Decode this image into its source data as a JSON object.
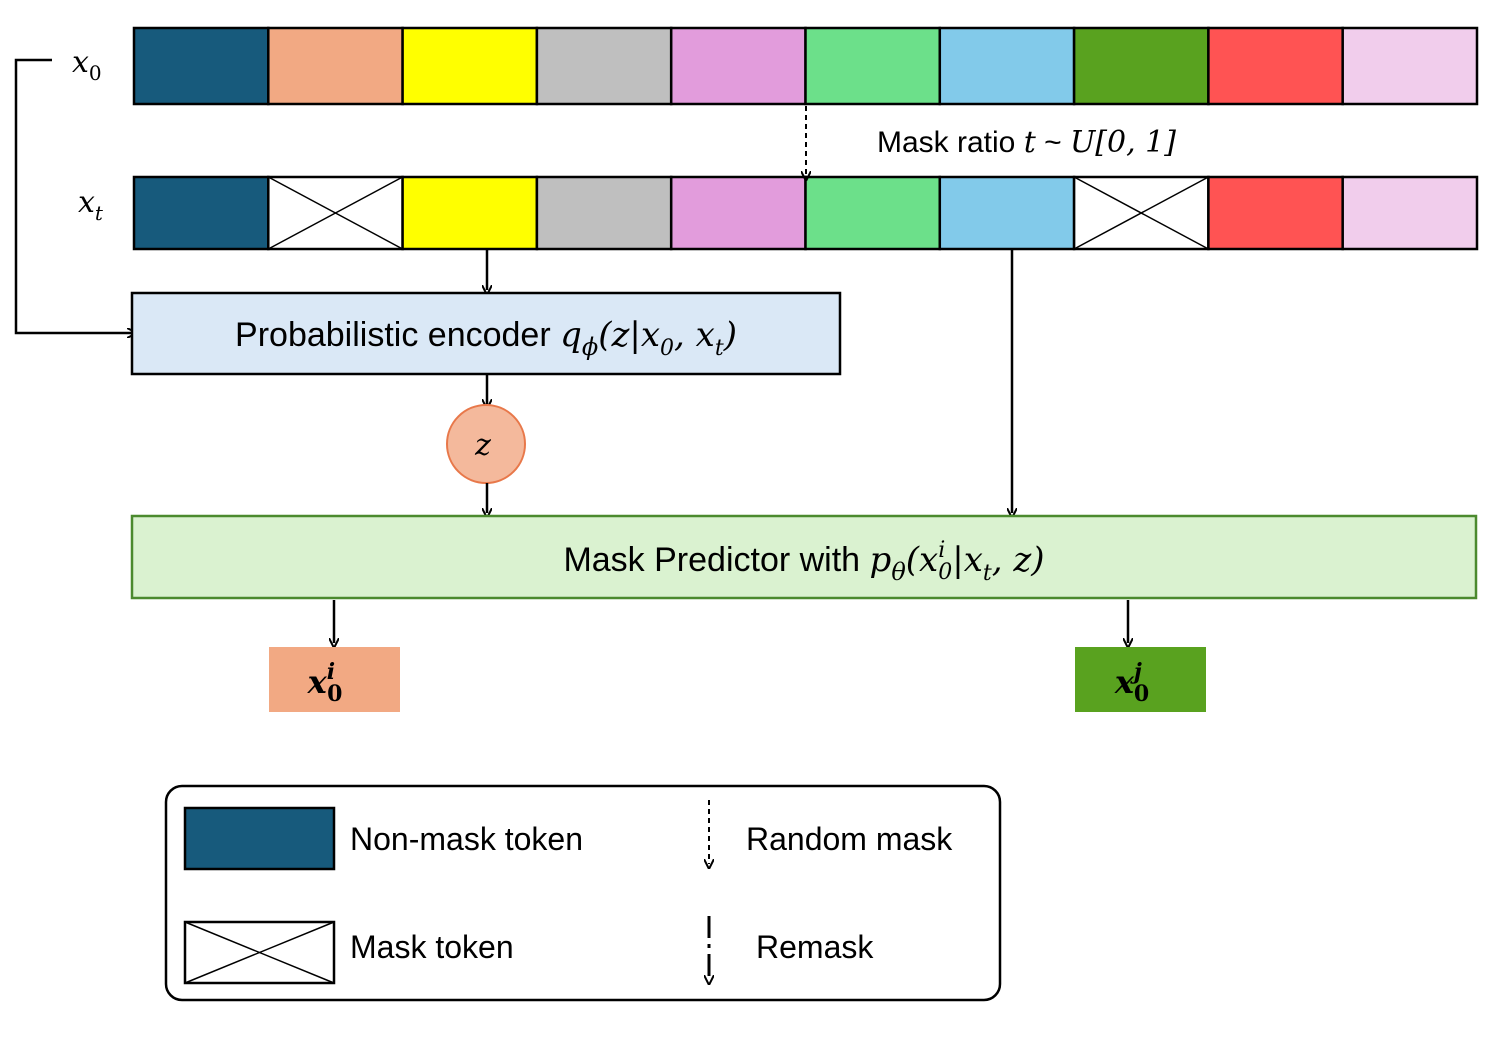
{
  "rows": {
    "x0": {
      "label_base": "x",
      "label_sub": "0",
      "tokens": [
        {
          "masked": false,
          "color": "#175a7c"
        },
        {
          "masked": false,
          "color": "#f2a983"
        },
        {
          "masked": false,
          "color": "#ffff00"
        },
        {
          "masked": false,
          "color": "#bfbfbf"
        },
        {
          "masked": false,
          "color": "#e29cdc"
        },
        {
          "masked": false,
          "color": "#6ce08a"
        },
        {
          "masked": false,
          "color": "#82caea"
        },
        {
          "masked": false,
          "color": "#59a21f"
        },
        {
          "masked": false,
          "color": "#ff5353"
        },
        {
          "masked": false,
          "color": "#f1cdec"
        }
      ]
    },
    "xt": {
      "label_base": "x",
      "label_sub": "t",
      "tokens": [
        {
          "masked": false,
          "color": "#175a7c"
        },
        {
          "masked": true,
          "color": "#ffffff"
        },
        {
          "masked": false,
          "color": "#ffff00"
        },
        {
          "masked": false,
          "color": "#bfbfbf"
        },
        {
          "masked": false,
          "color": "#e29cdc"
        },
        {
          "masked": false,
          "color": "#6ce08a"
        },
        {
          "masked": false,
          "color": "#82caea"
        },
        {
          "masked": true,
          "color": "#ffffff"
        },
        {
          "masked": false,
          "color": "#ff5353"
        },
        {
          "masked": false,
          "color": "#f1cdec"
        }
      ]
    }
  },
  "mask_ratio": {
    "text": "Mask ratio ",
    "t": "t",
    "sim": " ~ ",
    "U": "U",
    "range": "[0, 1]"
  },
  "encoder": {
    "text": "Probabilistic encoder ",
    "q": "q",
    "phi": "ϕ",
    "open": "(z|x",
    "x0_sub": "0",
    "mid": ", x",
    "xt_sub": "t",
    "close": ")",
    "fill": "#dae8f6"
  },
  "latent": {
    "label": "z",
    "fill": "#f4b99c",
    "stroke": "#e8784a"
  },
  "predictor": {
    "text": "Mask Predictor with ",
    "p": "p",
    "theta": "θ",
    "open": "(x",
    "sup": "i",
    "sub": "0",
    "mid": "|x",
    "xt_sub": "t",
    "close": ", z)",
    "fill": "#daf2d0",
    "stroke": "#4b8a2e"
  },
  "outputs": [
    {
      "base": "x",
      "sub": "0",
      "sup": "i",
      "fill": "#f2a983"
    },
    {
      "base": "x",
      "sub": "0",
      "sup": "j",
      "fill": "#59a21f"
    }
  ],
  "legend": {
    "non_mask": "Non-mask token",
    "mask": "Mask token",
    "random_mask": "Random mask",
    "remask": "Remask",
    "non_mask_color": "#175a7c"
  }
}
